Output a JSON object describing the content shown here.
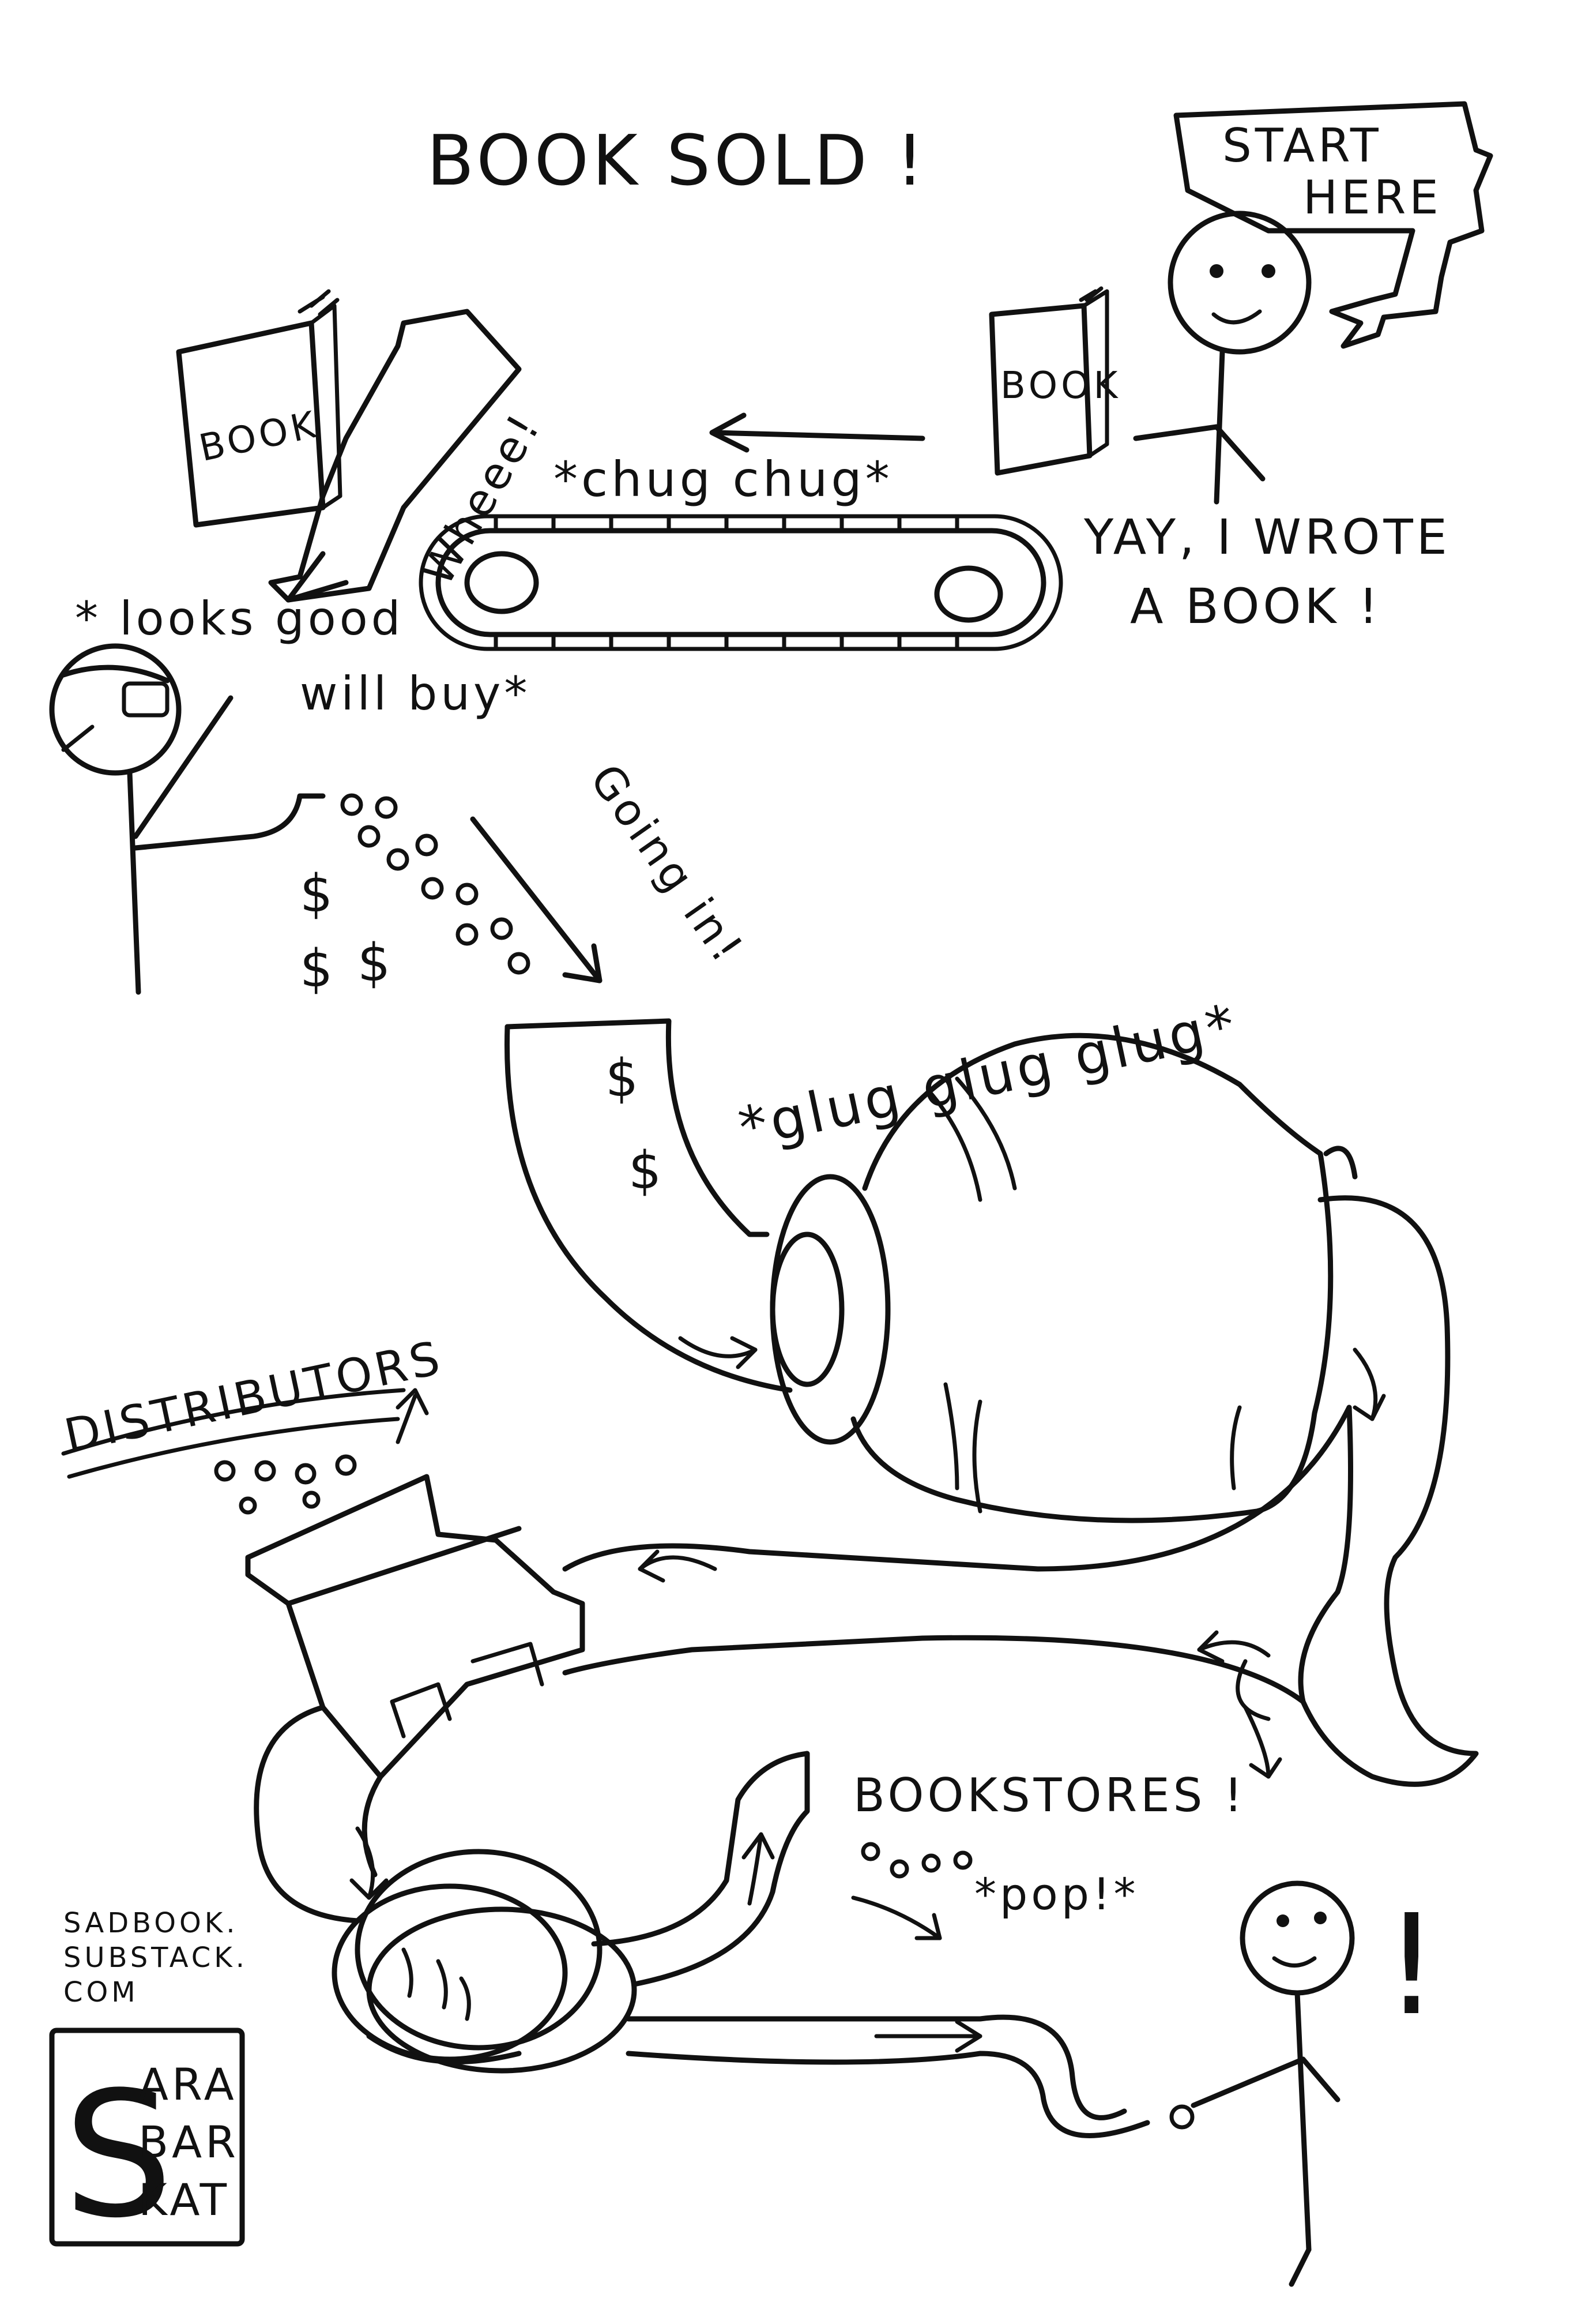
{
  "comic": {
    "title": "BOOK SOLD !",
    "start_sign": {
      "line1": "START",
      "line2": "HERE"
    },
    "book_label_author": "BOOK",
    "book_label_falling": "BOOK",
    "author_speech": {
      "line1": "YAY, I WROTE",
      "line2": "A BOOK !"
    },
    "conveyor_sound": "*chug chug*",
    "slide_sound": "Wheee!",
    "buyer_thought": {
      "line1": "* looks good",
      "line2": "will buy*"
    },
    "money_note": "Going in!",
    "pipe_sound": "*glug glug glug*",
    "distributors_label": "DISTRIBUTORS",
    "bookstores_label": "BOOKSTORES !",
    "pop_sound": "*pop!*",
    "surprise_mark": "!",
    "dollar_sign": "$",
    "website": {
      "line1": "SADBOOK.",
      "line2": "SUBSTACK.",
      "line3": "COM"
    },
    "signature": {
      "initial": "S",
      "line1": "ARA",
      "line2": "BAR",
      "line3": "KAT"
    }
  }
}
